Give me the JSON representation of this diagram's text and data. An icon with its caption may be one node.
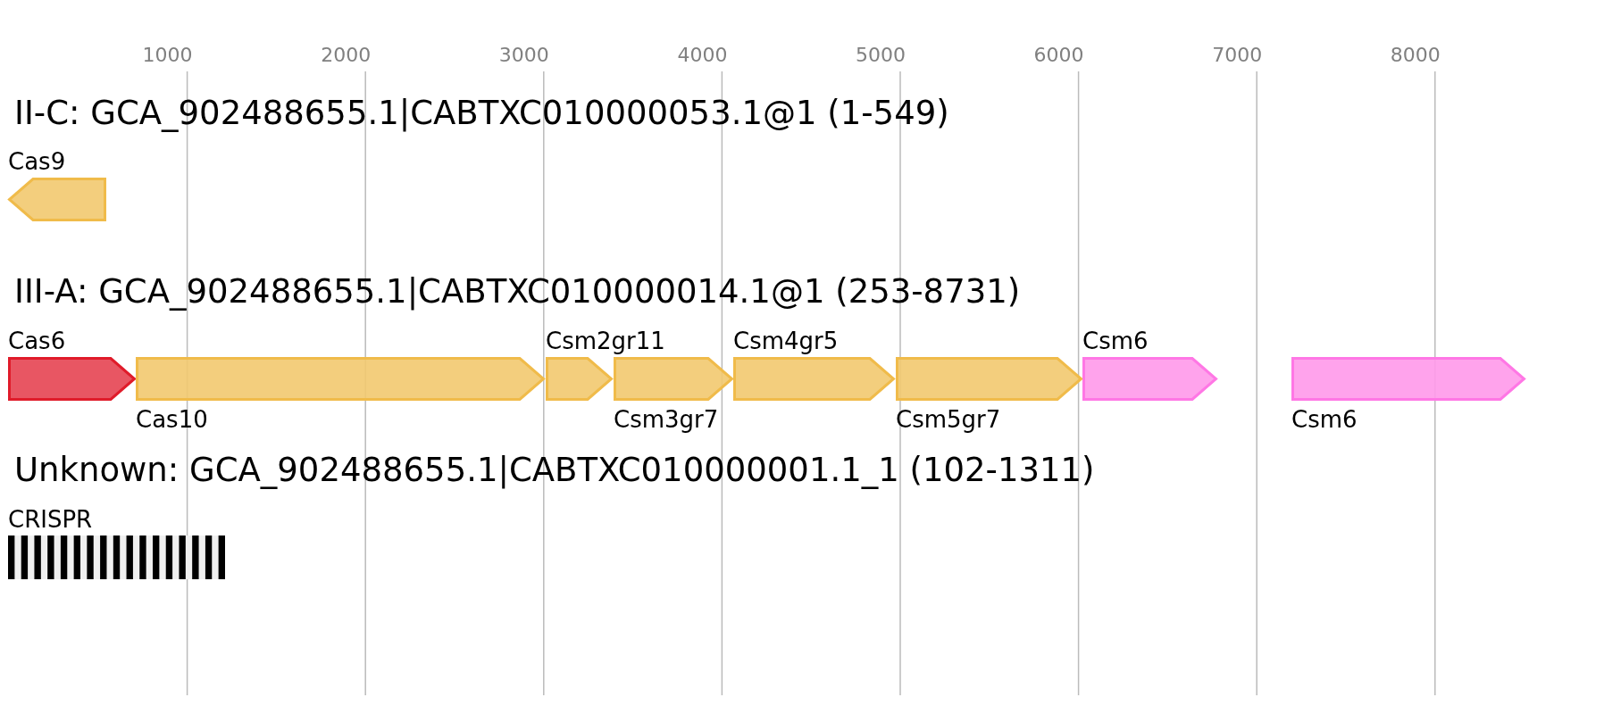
{
  "diagram": {
    "nodes": [
      {
        "text": [
          "Cas9"
        ]
      },
      {
        "text": [
          "Cas6"
        ]
      },
      {
        "text": [
          "Cas10"
        ]
      },
      {
        "text": [
          "Csm2gr11"
        ]
      },
      {
        "text": [
          "Csm3gr7"
        ]
      },
      {
        "text": [
          "Csm4gr5"
        ]
      },
      {
        "text": [
          "Csm5gr7"
        ]
      },
      {
        "text": [
          "Csm6"
        ]
      },
      {
        "text": [
          "Csm6"
        ]
      },
      {
        "text": [
          "CRISPR"
        ]
      }
    ],
    "labels": [
      "1000",
      "2000",
      "3000",
      "4000",
      "5000",
      "6000",
      "7000",
      "8000",
      "II-C: GCA_902488655.1|CABTXC010000053.1@1 (1-549)",
      "III-A: GCA_902488655.1|CABTXC010000014.1@1 (253-8731)",
      "Unknown: GCA_902488655.1|CABTXC010000001.1_1 (102-1311)"
    ]
  }
}
